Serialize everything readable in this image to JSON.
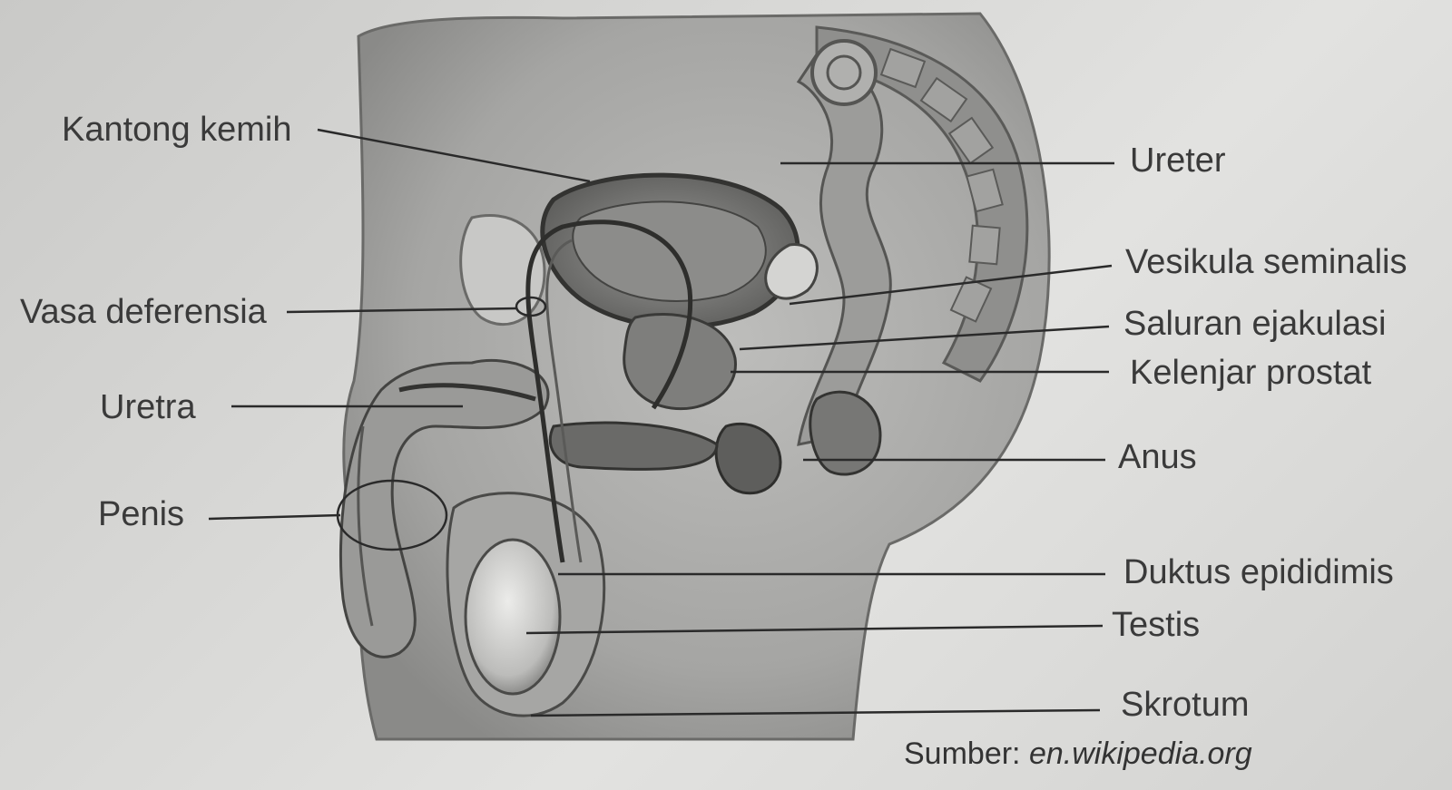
{
  "labels": {
    "kantong_kemih": "Kantong kemih",
    "vasa_deferensia": "Vasa deferensia",
    "uretra": "Uretra",
    "penis": "Penis",
    "ureter": "Ureter",
    "vesikula_seminalis": "Vesikula seminalis",
    "saluran_ejakulasi": "Saluran ejakulasi",
    "kelenjar_prostat": "Kelenjar prostat",
    "anus": "Anus",
    "duktus_epididimis": "Duktus epididimis",
    "testis": "Testis",
    "skrotum": "Skrotum"
  },
  "source": {
    "prefix": "Sumber:",
    "site": "en.wikipedia.org"
  }
}
